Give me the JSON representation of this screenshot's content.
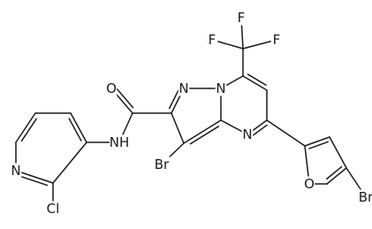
{
  "atoms": {
    "f1": "F",
    "f2": "F",
    "f3": "F",
    "o_amide": "O",
    "n_bridge": "N",
    "n_pyrazole": "N",
    "n_pyrimidine": "N",
    "nh": "NH",
    "br_top": "Br",
    "br_furan": "Br",
    "o_furan": "O",
    "n_pyridine": "N",
    "cl": "Cl"
  },
  "colors": {
    "bond": "#1a1a1a",
    "text": "#1a1a1a",
    "background": "#ffffff"
  }
}
